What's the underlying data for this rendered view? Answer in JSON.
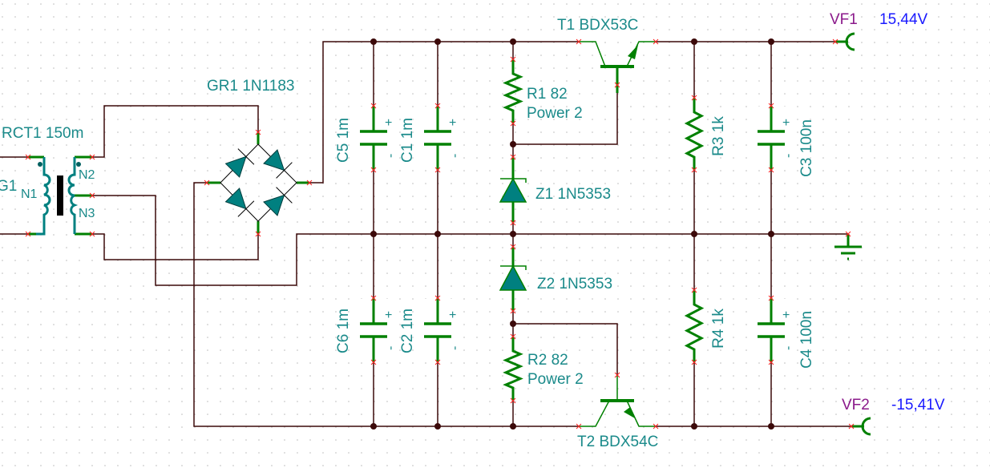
{
  "schematic": {
    "transformer": {
      "name": "RCT1 150m",
      "source": "G1",
      "windings": [
        "N1",
        "N2",
        "N3"
      ]
    },
    "bridge": {
      "name": "GR1 1N1183"
    },
    "capacitors": [
      {
        "ref": "C5 1m"
      },
      {
        "ref": "C1 1m"
      },
      {
        "ref": "C6 1m"
      },
      {
        "ref": "C2 1m"
      },
      {
        "ref": "C3 100n"
      },
      {
        "ref": "C4 100n"
      }
    ],
    "polarity": {
      "plus": "+",
      "minus": "-"
    },
    "resistors": [
      {
        "ref": "R1 82",
        "note": "Power 2"
      },
      {
        "ref": "R2 82",
        "note": "Power 2"
      },
      {
        "ref": "R3 1k"
      },
      {
        "ref": "R4 1k"
      }
    ],
    "zeners": [
      {
        "ref": "Z1 1N5353"
      },
      {
        "ref": "Z2 1N5353"
      }
    ],
    "transistors": [
      {
        "ref": "T1 BDX53C"
      },
      {
        "ref": "T2 BDX54C"
      }
    ],
    "probes": [
      {
        "name": "VF1",
        "value": "15,44V"
      },
      {
        "name": "VF2",
        "value": "-15,41V"
      }
    ],
    "colors": {
      "wire": "#3c0a0a",
      "component": "#008000",
      "label": "#1a8a8a",
      "probe_name": "#8b1a8b",
      "probe_value": "#1a1aff"
    }
  }
}
